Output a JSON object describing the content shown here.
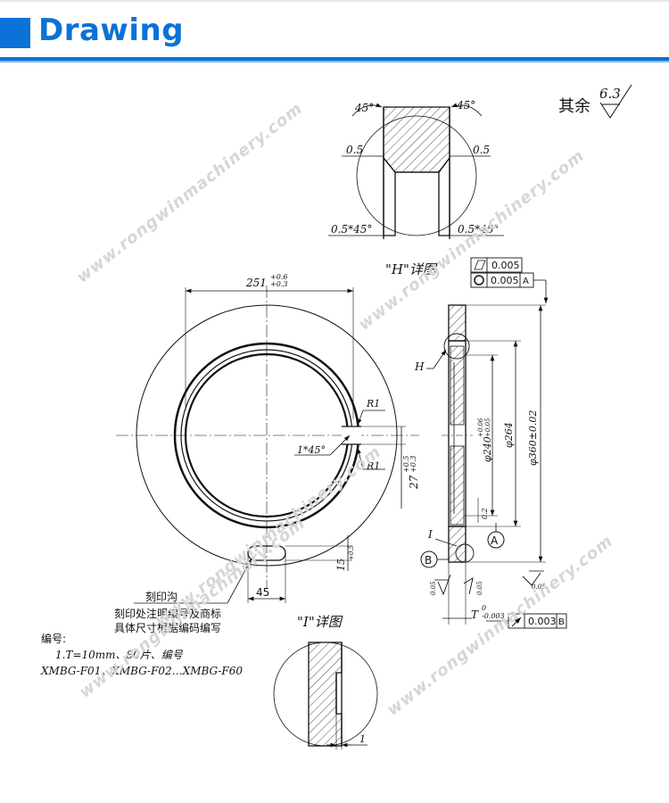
{
  "header": {
    "title": "Drawing",
    "accent_color": "#0a72d8"
  },
  "drawing": {
    "surface_roughness": {
      "label": "其余",
      "value": "6.3"
    },
    "detail_h": {
      "title": "\"H\"详图",
      "angle_left": "45°",
      "angle_right": "45°",
      "dim_left": "0.5",
      "dim_right": "0.5",
      "chamfer_left": "0.5*45°",
      "chamfer_right": "0.5*45°"
    },
    "detail_i": {
      "title": "\"I\"详图",
      "dim": "1"
    },
    "front_view": {
      "dim_251": "251",
      "dim_251_tol_upper": "+0.6",
      "dim_251_tol_lower": "+0.3",
      "radius_top": "R1",
      "radius_bottom": "R1",
      "chamfer": "1*45°",
      "dim_27": "27",
      "dim_27_tol_upper": "+0.5",
      "dim_27_tol_lower": "+0.3",
      "dim_15": "15",
      "dim_15_tol": "+0.5",
      "dim_45": "45"
    },
    "side_view": {
      "label_h": "H",
      "label_i": "I",
      "datum_a": "A",
      "datum_b": "B",
      "dim_240": "φ240",
      "dim_240_tol_upper": "+0.06",
      "dim_240_tol_lower": "+0.05",
      "dim_264": "φ264",
      "dim_360": "φ360±0.02",
      "dim_02": "0.2",
      "flatness_val": "0.005",
      "concentricity_val": "0.005",
      "concentricity_datum": "A",
      "runout_val": "0.003",
      "runout_datum": "B",
      "thickness_label": "T",
      "thickness_tol_upper": "0",
      "thickness_tol_lower": "-0.003",
      "rough_left": "0.05",
      "rough_mid": "0.05",
      "rough_right": "0.05"
    },
    "notes": {
      "engrave_groove": "刻印沟",
      "engrave_line1": "刻印处注明编号及商标",
      "engrave_line2": "具体尺寸根据编码编写",
      "numbering_title": "编号:",
      "numbering_line1": "1.T=10mm、80片、编号",
      "numbering_line2": "XMBG-F01、XMBG-F02…XMBG-F60"
    }
  },
  "watermarks": [
    "www.rongwinmachinery.com",
    "www.rongwinmachinery.com",
    "www.rongwinmachinery.com",
    "www.rongwinmachinery.com",
    "www.rongwinmachinery.com"
  ]
}
